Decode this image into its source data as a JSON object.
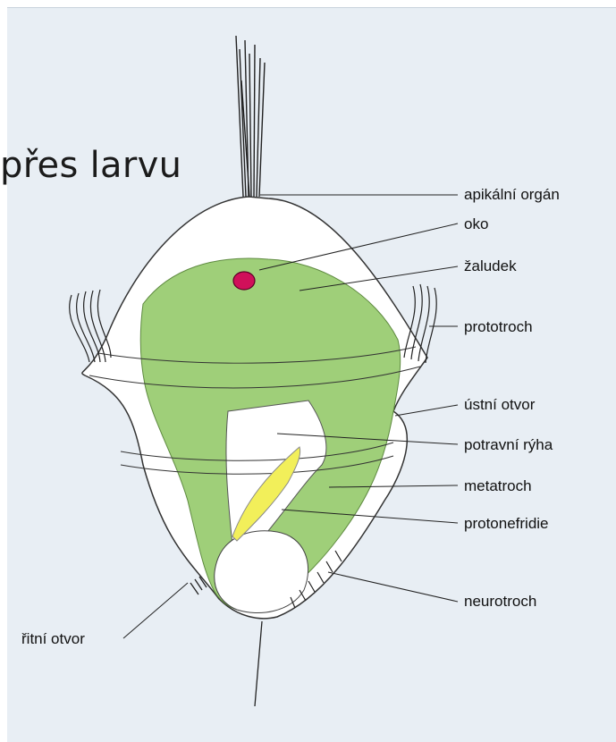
{
  "slide": {
    "title_fragment": "přes larvu"
  },
  "labels": {
    "apical_organ": "apikální orgán",
    "eye": "oko",
    "stomach": "žaludek",
    "prototroch": "prototroch",
    "mouth": "ústní otvor",
    "food_groove": "potravní rýha",
    "metatroch": "metatroch",
    "protonephridia": "protonefridie",
    "neurotroch": "neurotroch",
    "anus": "řitní otvor"
  },
  "colors": {
    "gut_green": "#9fcf79",
    "eye_magenta": "#d0105a",
    "protonephridia_yellow": "#f2ef5a",
    "background": "#e8eef4"
  }
}
